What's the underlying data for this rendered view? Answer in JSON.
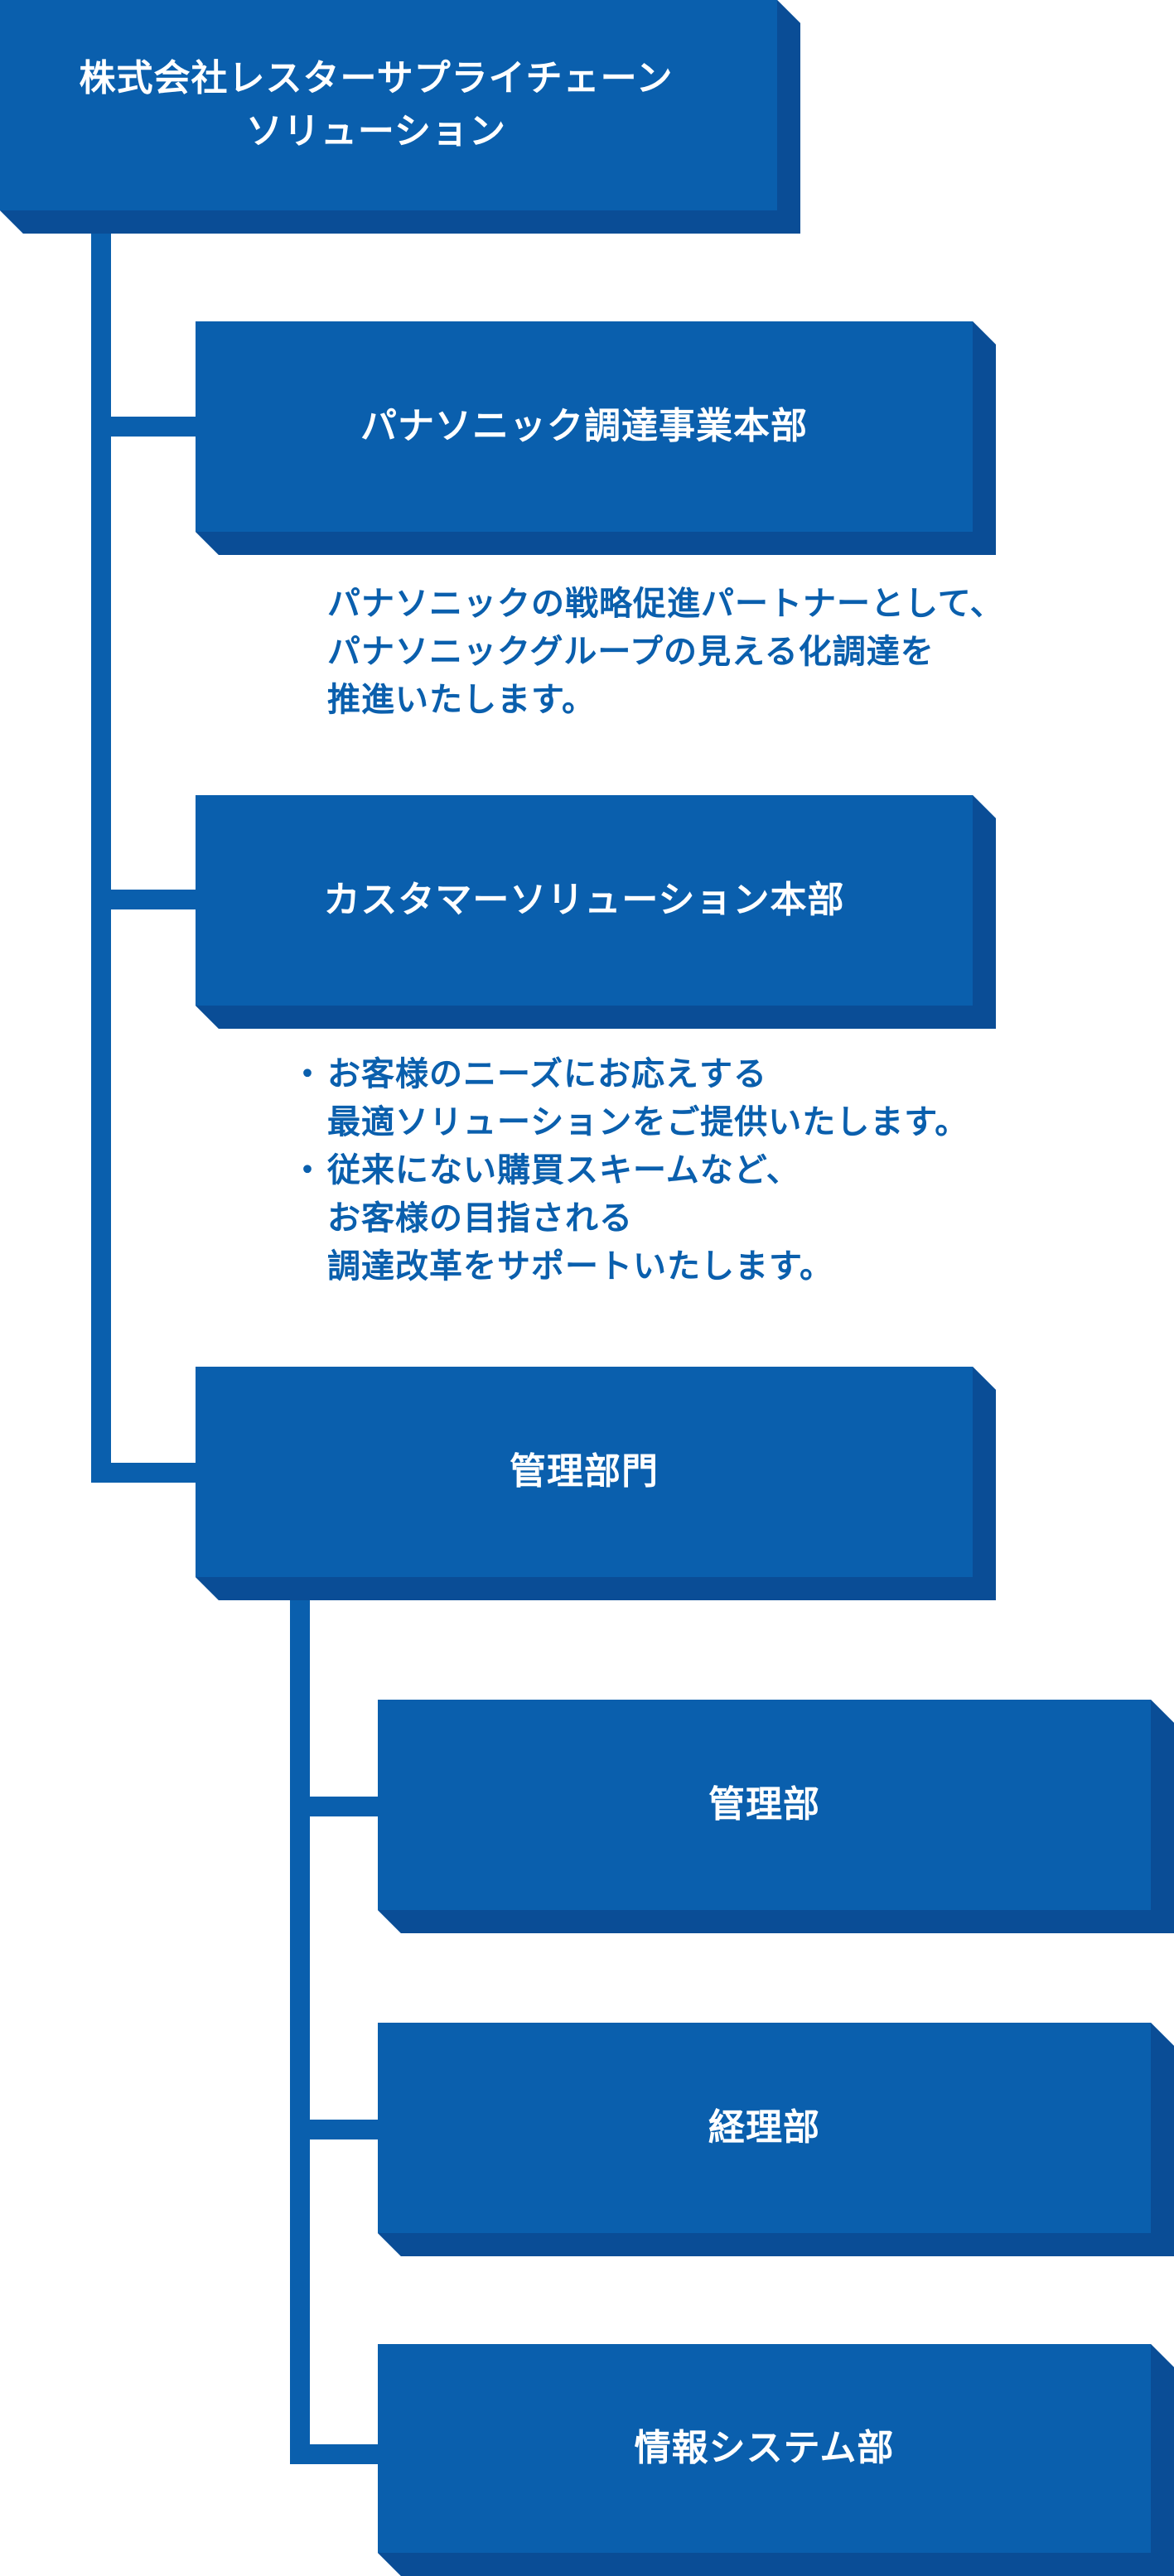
{
  "root": {
    "label": "株式会社レスターサプライチェーン\nソリューション"
  },
  "divisions": [
    {
      "label": "パナソニック調達事業本部",
      "description": "パナソニックの戦略促進パートナーとして、\nパナソニックグループの見える化調達を\n推進いたします。"
    },
    {
      "label": "カスタマーソリューション本部",
      "bullets": [
        "お客様のニーズにお応えする\n最適ソリューションをご提供いたします。",
        "従来にない購買スキームなど、\nお客様の目指される\n調達改革をサポートいたします。"
      ]
    },
    {
      "label": "管理部門"
    }
  ],
  "departments": [
    {
      "label": "管理部"
    },
    {
      "label": "経理部"
    },
    {
      "label": "情報システム部"
    }
  ],
  "colors": {
    "box_face": "#0a5fad",
    "box_side": "#0a4d96",
    "connector": "#0a5fad",
    "text_on_box": "#ffffff",
    "description_text": "#0a5fad"
  }
}
